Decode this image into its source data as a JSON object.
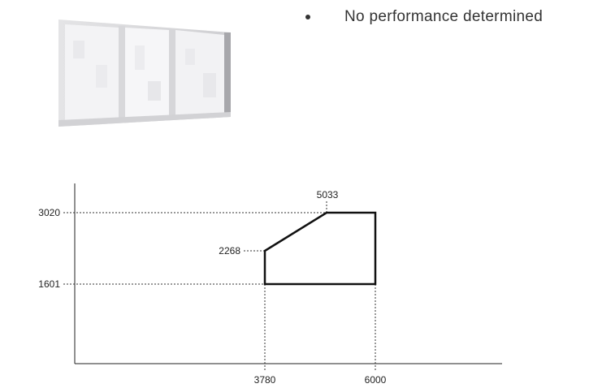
{
  "bullet": {
    "text": "No performance determined"
  },
  "window_image": {
    "icon": "window-photo"
  },
  "diagram": {
    "y_labels": [
      "3020",
      "1601"
    ],
    "x_labels": [
      "3780",
      "6000"
    ],
    "point_labels": [
      "5033",
      "2268"
    ]
  },
  "chart_data": {
    "type": "area",
    "x_ticks": [
      3780,
      6000
    ],
    "y_ticks": [
      1601,
      3020
    ],
    "polygon": [
      {
        "x": 3780,
        "y": 1601
      },
      {
        "x": 3780,
        "y": 2268
      },
      {
        "x": 5033,
        "y": 3020
      },
      {
        "x": 6000,
        "y": 3020
      },
      {
        "x": 6000,
        "y": 1601
      }
    ],
    "annotations": [
      {
        "text": "5033",
        "x": 5033,
        "y": 3020
      },
      {
        "text": "2268",
        "x": 3780,
        "y": 2268
      }
    ],
    "grid": false
  }
}
